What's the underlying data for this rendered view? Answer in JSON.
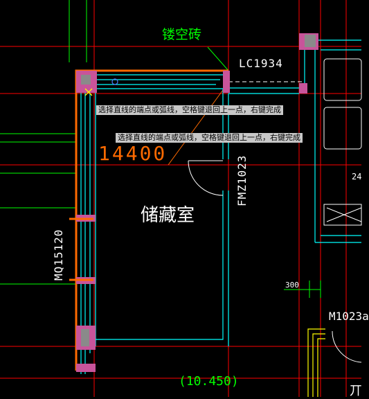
{
  "labels": {
    "hollow_brick": "镂空砖",
    "window_tag": "LC1934",
    "length_dim": "14400",
    "room_name": "储藏室",
    "door_tag": "FMZ1023",
    "wall_tag": "MQ15120",
    "dim_300": "300",
    "door_tag_right": "M1023a",
    "dim_24": "24",
    "elevation": "(10.450)",
    "partial_right": "丌"
  },
  "prompts": {
    "line1": "选择直线的端点或弧线，空格键退回上一点，右键完成",
    "line2": "选择直线的端点或弧线，空格键退回上一点，右键完成"
  },
  "colors": {
    "background": "#000000",
    "axis_red": "#ff0000",
    "wall_cyan": "#00ffff",
    "wall_orange": "#ff6a00",
    "green": "#00ff00",
    "yellow": "#ffff00",
    "magenta_fill": "#c8549a",
    "gray_fill": "#8a8a8a",
    "dim_text": "#ffffff",
    "length_text": "#ff6a00"
  }
}
